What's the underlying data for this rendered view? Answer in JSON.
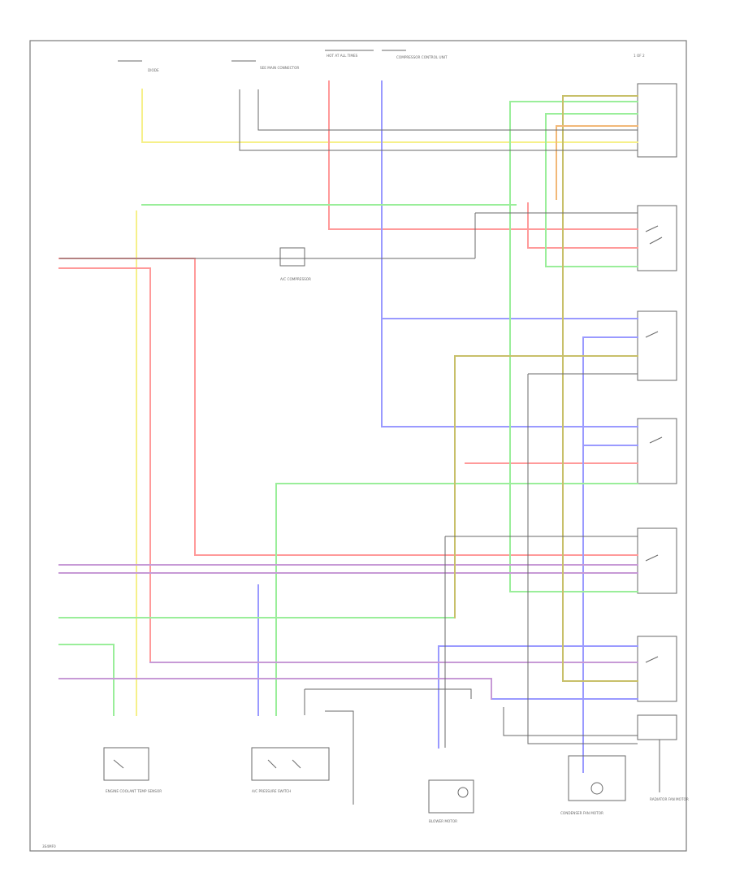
{
  "figure": {
    "code": "3S4MF0",
    "header_right": "1 OF 2",
    "colors": {
      "yellow": "#f6f08a",
      "red": "#ff9a9a",
      "blue": "#9a9aff",
      "green": "#9aee9a",
      "purple": "#c79ad6",
      "orange": "#f2b878",
      "gray": "#909090",
      "olive": "#c8c06a",
      "pink": "#ffb0c8"
    }
  },
  "labels": {
    "top1": "DIODE",
    "top2": "SEE MAIN CONNECTOR",
    "top3": "HOT AT ALL TIMES",
    "top4": "COMPRESSOR CONTROL UNIT",
    "comp1": "A/C COMPRESSOR",
    "comp2": "ENGINE COOLANT TEMP SENSOR",
    "comp3": "A/C PRESSURE SWITCH",
    "comp4": "BLOWER MOTOR",
    "comp5": "CONDENSER FAN MOTOR",
    "comp6": "RADIATOR FAN MOTOR"
  }
}
